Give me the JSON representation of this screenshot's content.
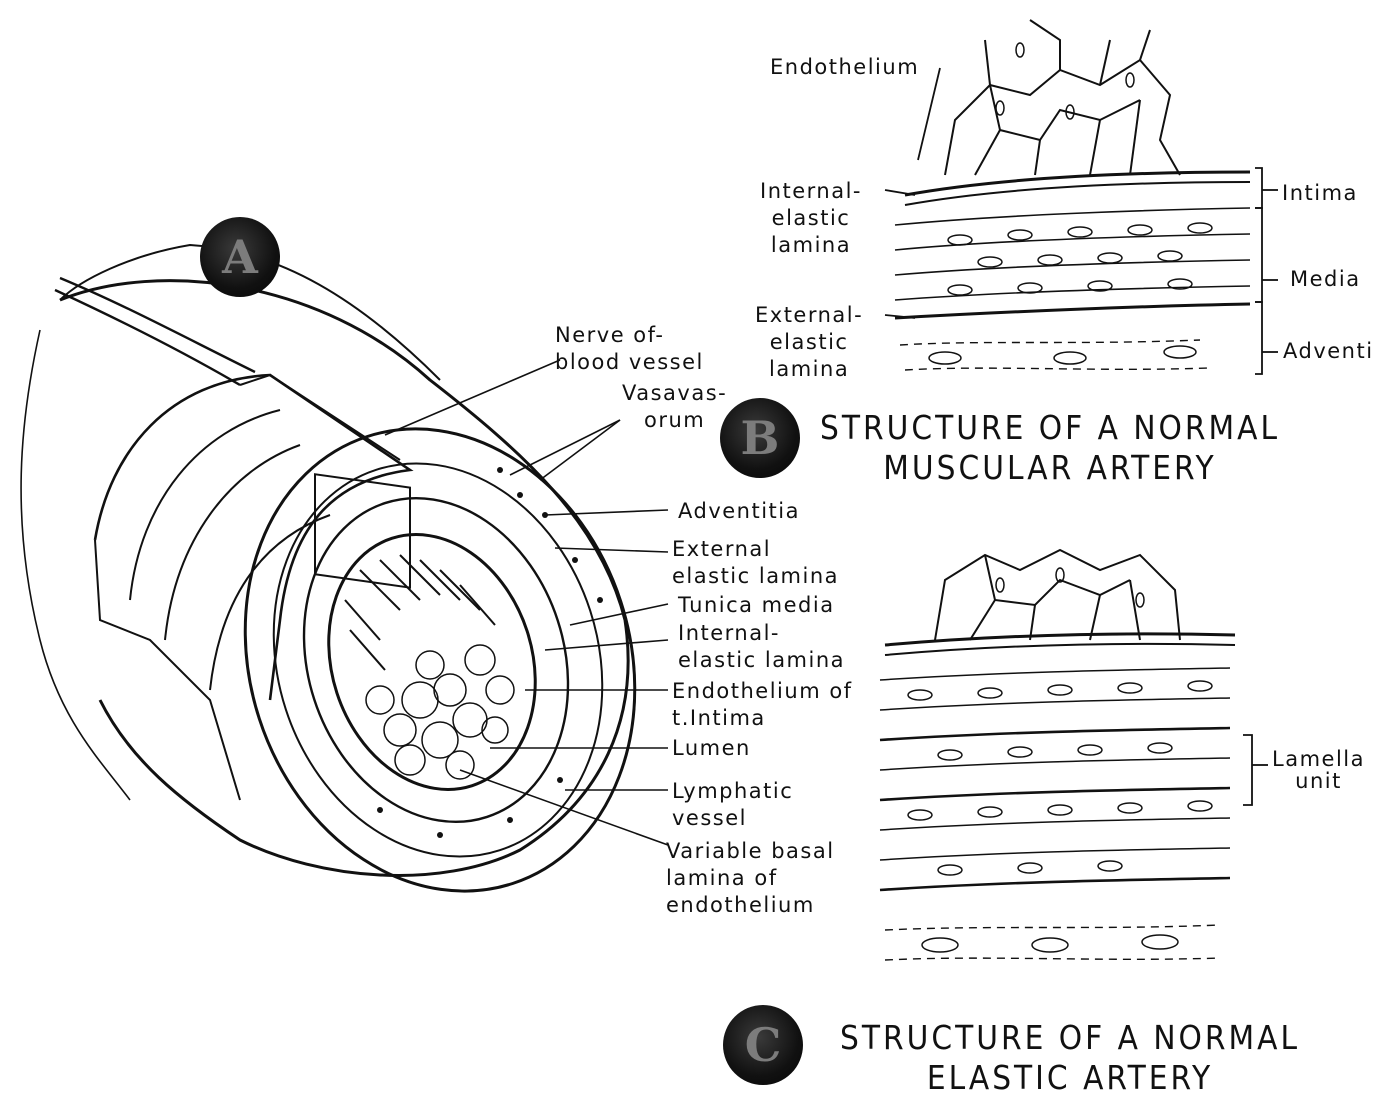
{
  "panels": {
    "a": {
      "badge": "A",
      "labels": {
        "nerve": "Nerve of-\nblood vessel",
        "vasa": "Vasavas-\norum",
        "adventitia": "Adventitia",
        "external_elastic": "External\nelastic lamina",
        "tunica_media": "Tunica media",
        "internal_elastic": "Internal-\nelastic lamina",
        "endothelium": "Endothelium of\nt.Intima",
        "lumen": "Lumen",
        "lymphatic": "Lymphatic\nvessel",
        "basal_lamina": "Variable basal\nlamina of\nendothelium"
      }
    },
    "b": {
      "badge": "B",
      "title": "STRUCTURE OF A NORMAL\nMUSCULAR ARTERY",
      "labels": {
        "endothelium": "Endothelium",
        "internal_elastic": "Internal-\nelastic\nlamina",
        "external_elastic": "External-\nelastic\nlamina",
        "intima": "Intima",
        "media": "Media",
        "adventitia": "Adventi"
      }
    },
    "c": {
      "badge": "C",
      "title": "STRUCTURE OF A NORMAL\nELASTIC ARTERY",
      "labels": {
        "lamellar_unit": "Lamella\nunit"
      }
    }
  }
}
